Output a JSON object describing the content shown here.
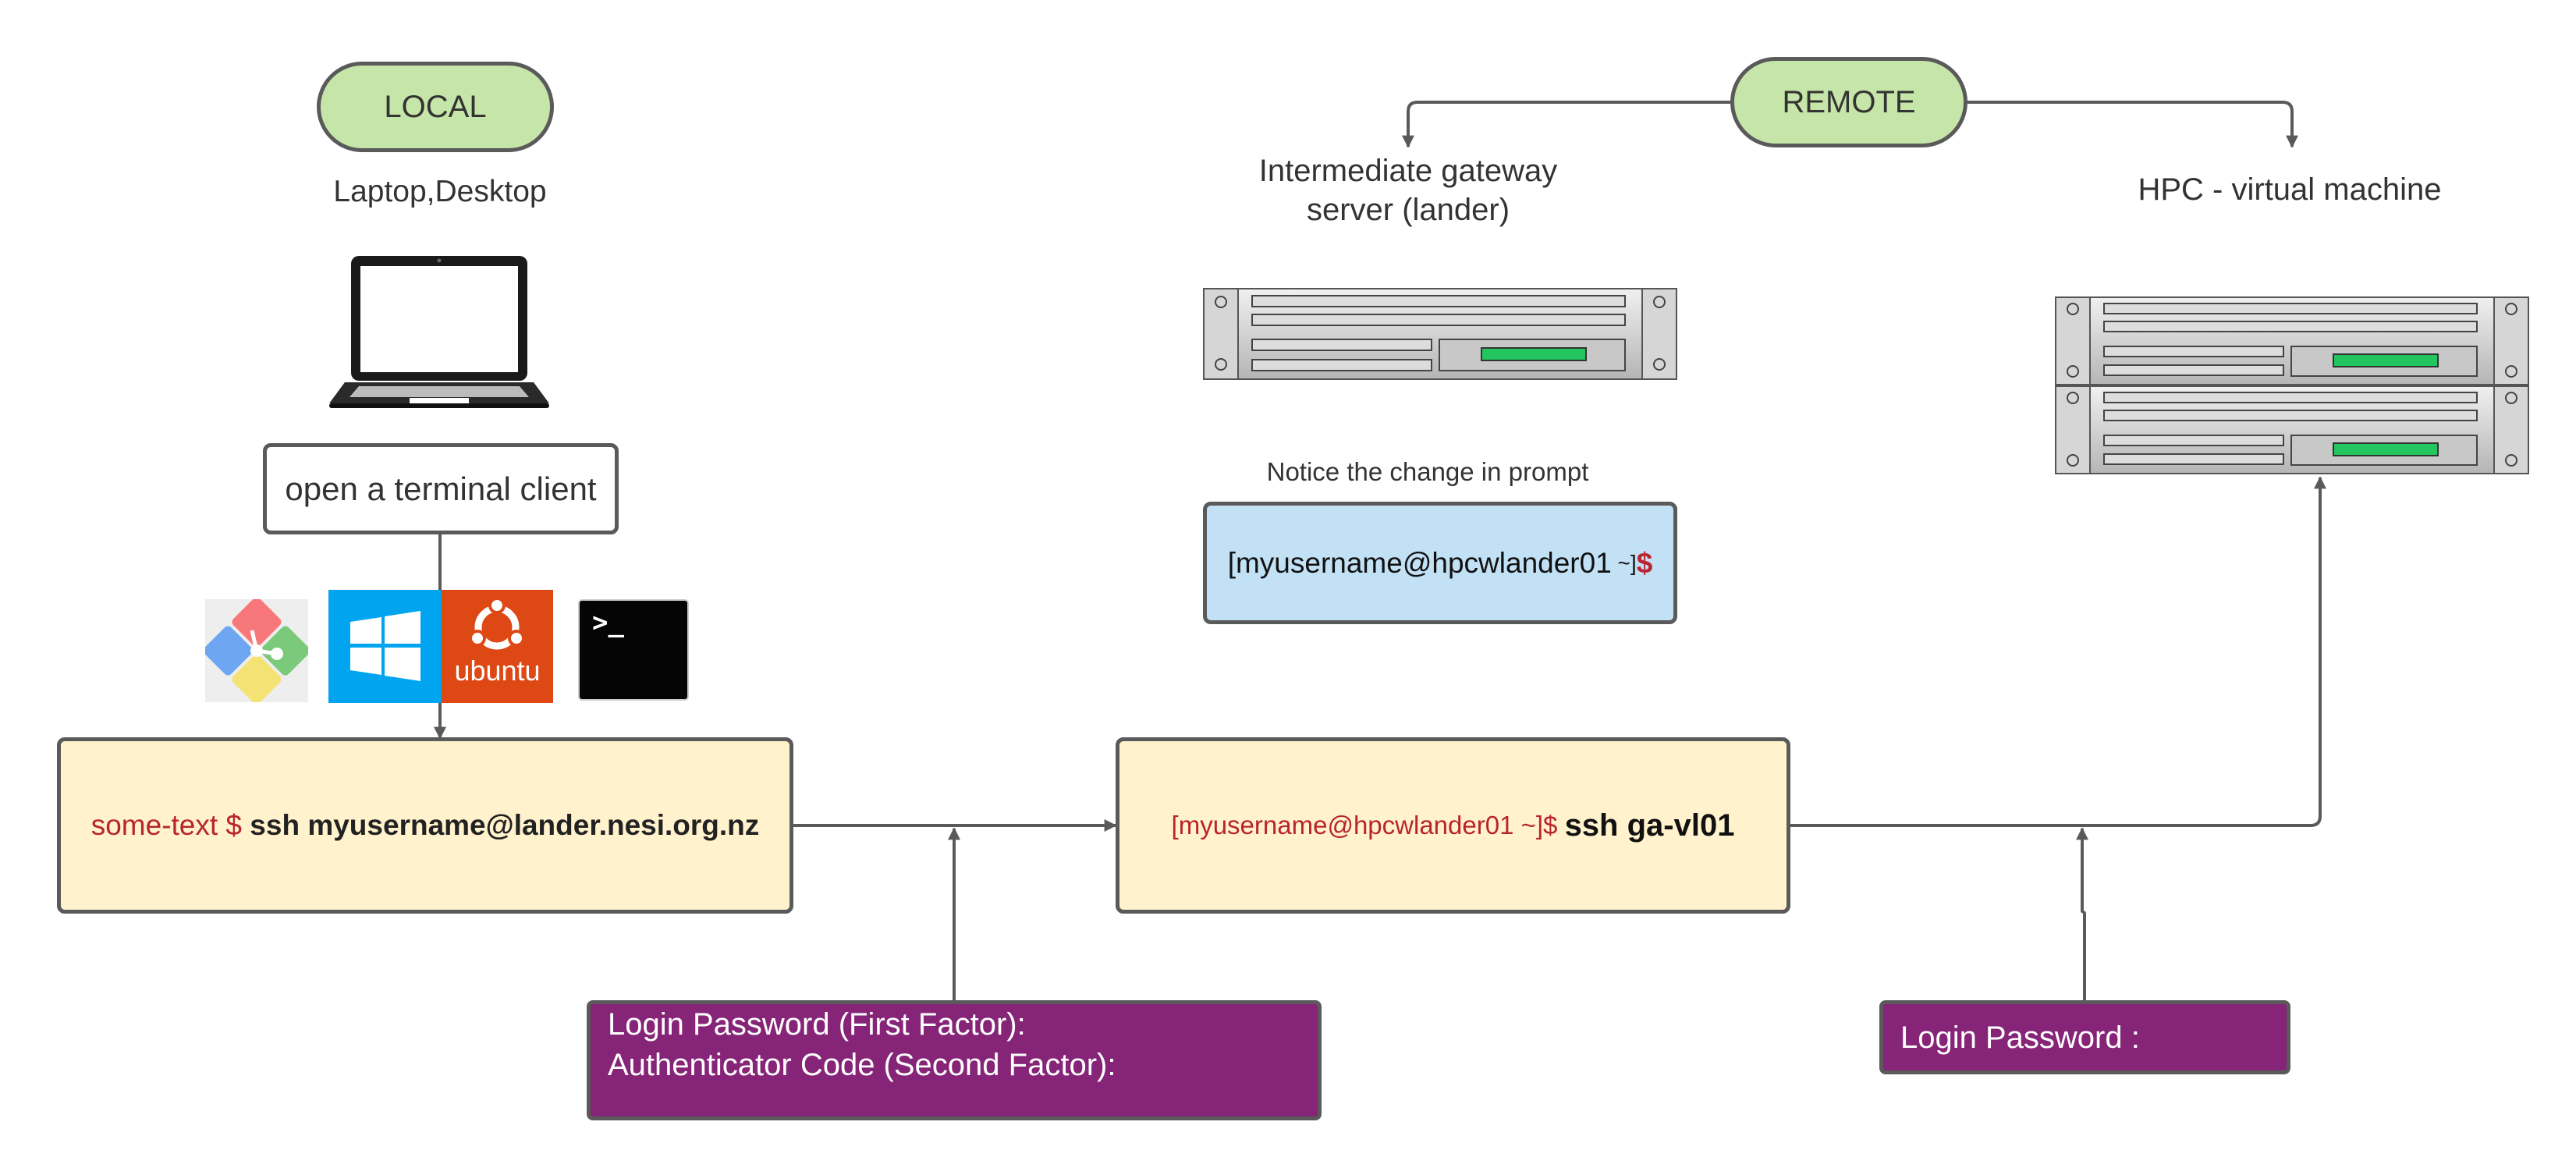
{
  "local": {
    "label": "LOCAL",
    "device_caption": "Laptop,Desktop",
    "terminal_label": "open a terminal client",
    "os_icons": [
      "git-bash-icon",
      "windows-icon",
      "ubuntu-icon",
      "terminal-icon"
    ],
    "ubuntu_text": "ubuntu",
    "terminal_glyph": ">_"
  },
  "remote": {
    "label": "REMOTE",
    "gateway_caption": "Intermediate gateway server (lander)",
    "hpc_caption": "HPC - virtual machine",
    "notice": "Notice the change in prompt",
    "prompt_user": "[myusername@hpcwlander01",
    "prompt_tilde": " ~]",
    "prompt_symbol": "$"
  },
  "local_command": {
    "prefix": "some-text $ ",
    "command": "ssh myusername@lander.nesi.org.nz"
  },
  "gateway_command": {
    "prefix": "[myusername@hpcwlander01 ~]$ ",
    "command": "ssh ga-vl01"
  },
  "auth_first": {
    "line1": "Login Password (First Factor):",
    "line2": "Authenticator Code (Second Factor):"
  },
  "auth_second": {
    "line1": "Login Password :"
  },
  "colors": {
    "pill_fill": "#c6e6a9",
    "command_fill": "#fff2cc",
    "prompt_fill": "#c2e1f5",
    "auth_fill": "#862478",
    "prompt_red": "#b8242f",
    "server_led": "#22c55e",
    "ubuntu_orange": "#dd4814",
    "windows_blue": "#00a4ef"
  }
}
